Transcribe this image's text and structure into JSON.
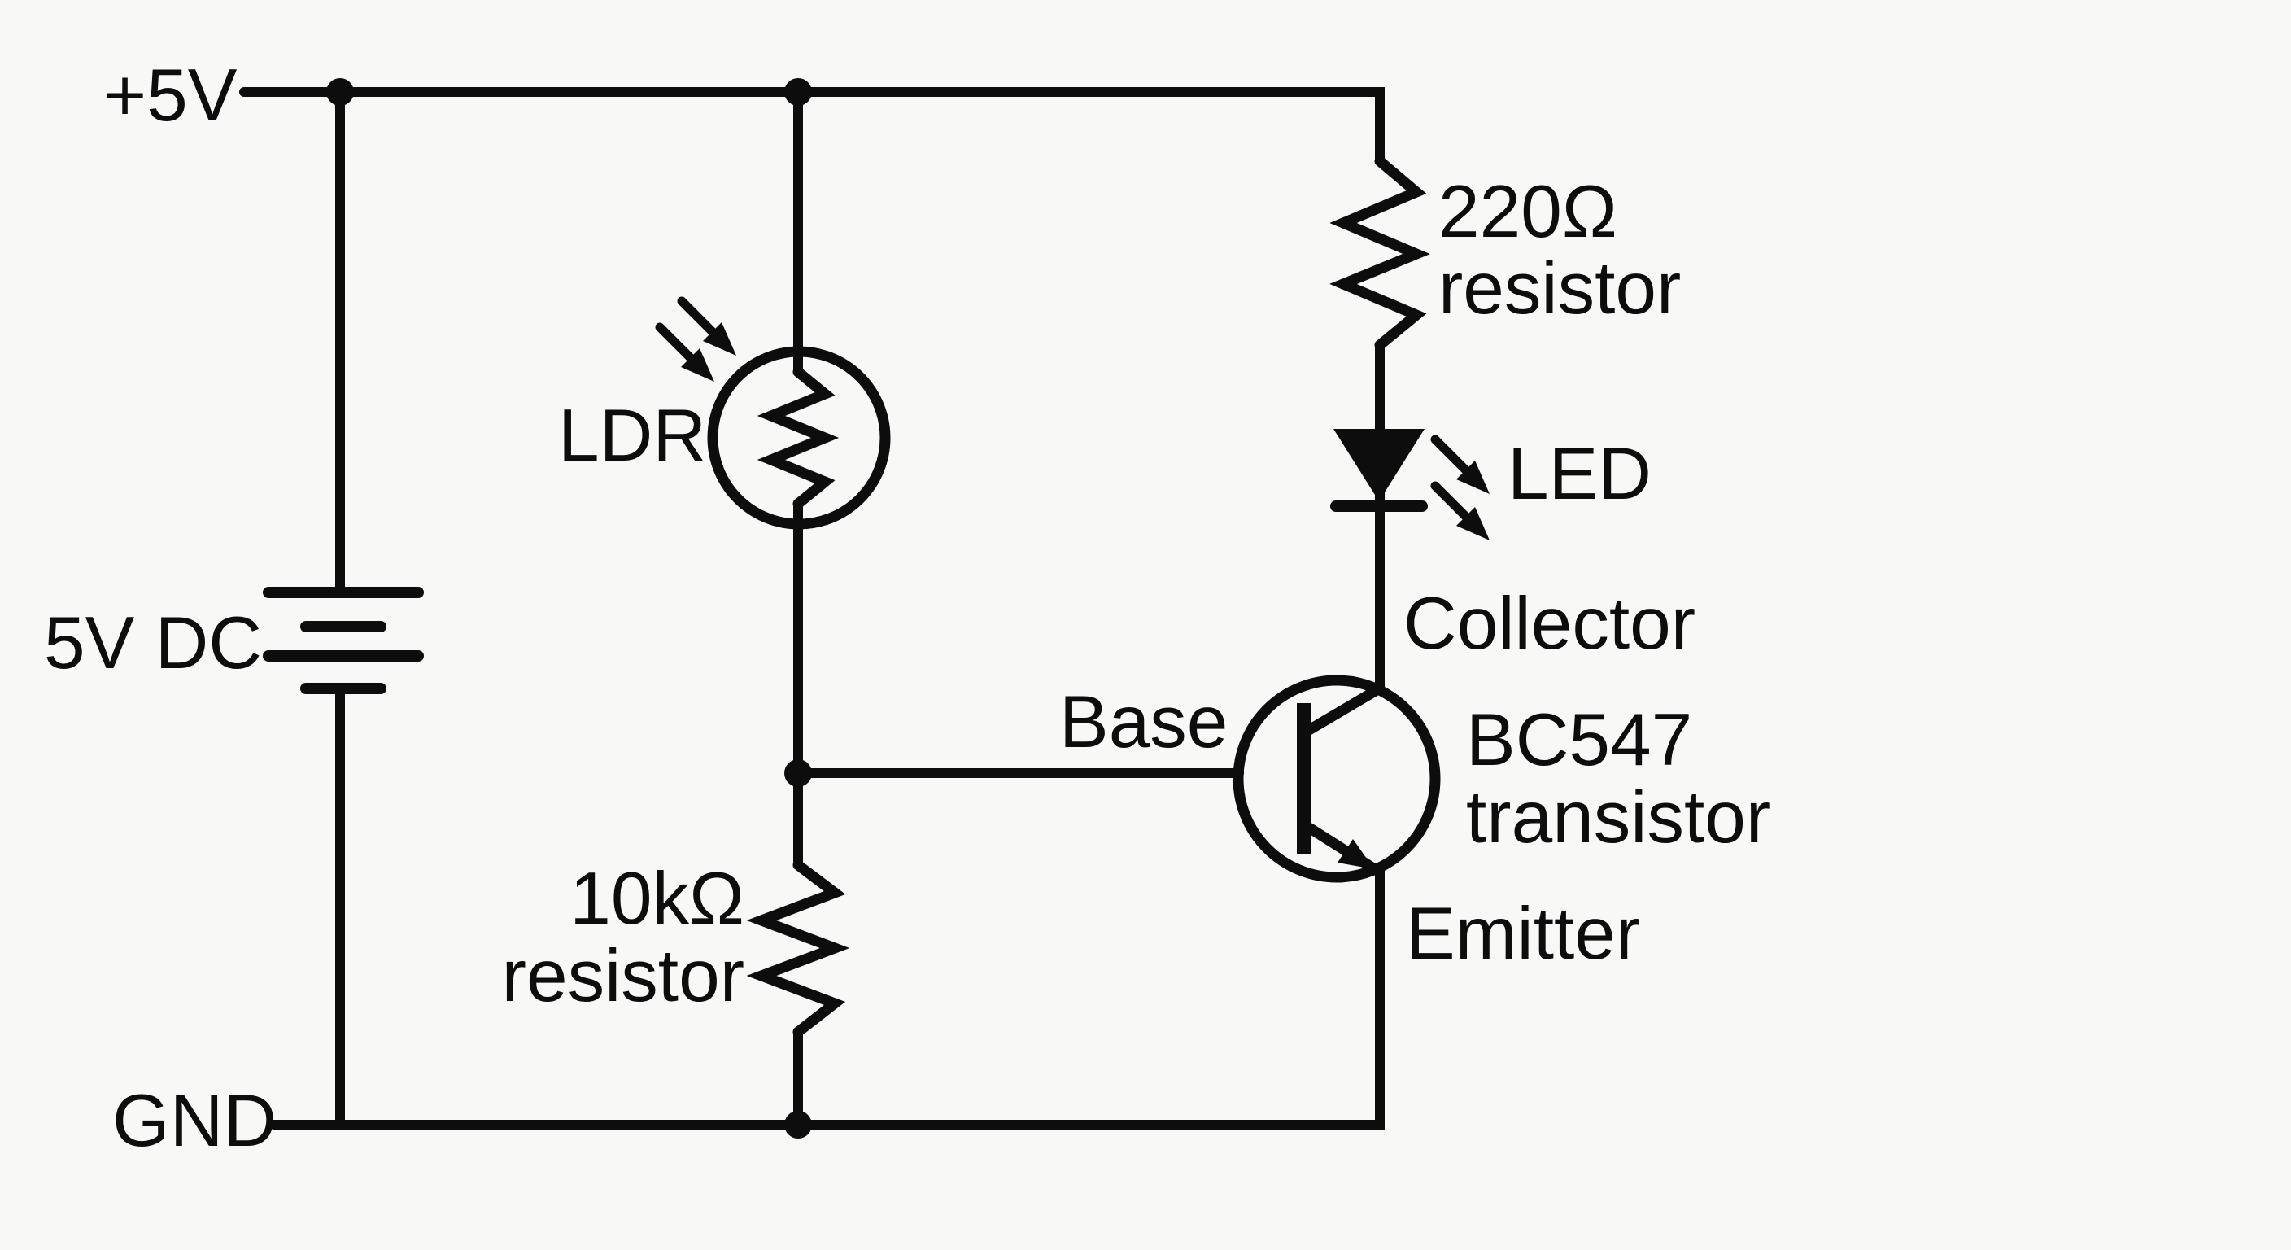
{
  "colors": {
    "ink": "#0d0d0d",
    "background": "#f8f8f6"
  },
  "power": {
    "positive_rail_label": "+5V",
    "ground_rail_label": "GND",
    "battery_label": "5V DC"
  },
  "components": {
    "ldr": {
      "label": "LDR"
    },
    "divider_resistor": {
      "value": "10kΩ",
      "word": "resistor"
    },
    "led_resistor": {
      "value": "220Ω",
      "word": "resistor"
    },
    "led": {
      "label": "LED"
    },
    "transistor": {
      "model": "BC547",
      "word": "transistor",
      "pins": {
        "base": "Base",
        "collector": "Collector",
        "emitter": "Emitter"
      }
    }
  },
  "netlist_summary": {
    "supply": "+5V rail to 5V DC battery and GND rail",
    "left_branch": "LDR from +5V to base node, 10kΩ resistor from base node to GND",
    "right_branch": "220Ω resistor from +5V to LED, LED to BC547 collector, emitter to GND",
    "control": "Base node drives BC547 base"
  }
}
